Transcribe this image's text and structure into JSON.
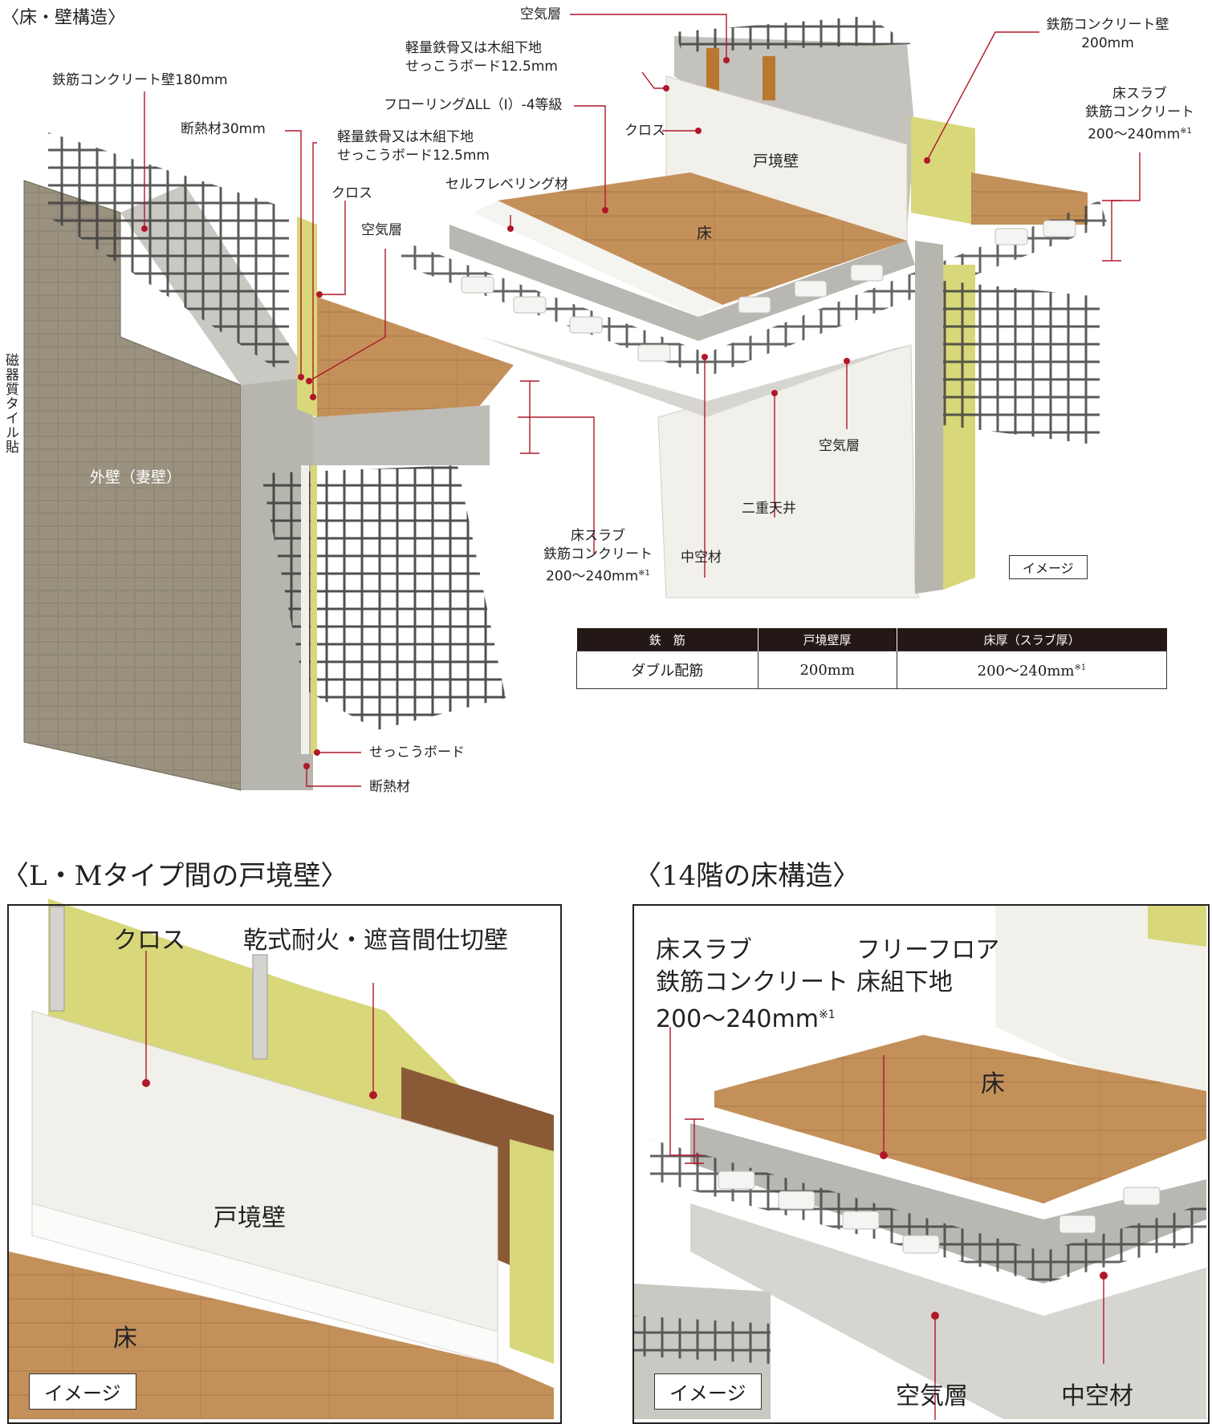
{
  "sec1": {
    "title": "〈床・壁構造〉",
    "left": {
      "wall_rc": "鉄筋コンクリート壁180mm",
      "insulation": "断熱材30mm",
      "frame_line1": "軽量鉄骨又は木組下地",
      "frame_line2": "せっこうボード12.5mm",
      "cloth": "クロス",
      "air": "空気層",
      "tile_vertical": "磁器質タイル貼",
      "exterior": "外壁（妻壁）",
      "slab_line1": "床スラブ",
      "slab_line2": "鉄筋コンクリート",
      "slab_line3": "200〜240mm",
      "slab_note": "※1",
      "gypsum": "せっこうボード",
      "insul2": "断熱材"
    },
    "right": {
      "air_top": "空気層",
      "frame_line1": "軽量鉄骨又は木組下地",
      "frame_line2": "せっこうボード12.5mm",
      "flooring": "フローリングΔLL（Ⅰ）-4等級",
      "cloth": "クロス",
      "self_level": "セルフレベリング材",
      "party_wall": "戸境壁",
      "floor": "床",
      "rc_wall_line1": "鉄筋コンクリート壁",
      "rc_wall_line2": "200mm",
      "slab_line1": "床スラブ",
      "slab_line2": "鉄筋コンクリート",
      "slab_line3": "200〜240mm",
      "slab_note": "※1",
      "air_mid": "空気層",
      "double_ceiling": "二重天井",
      "hollow": "中空材",
      "image_tag": "イメージ"
    },
    "table": {
      "headers": [
        "鉄　筋",
        "戸境壁厚",
        "床厚（スラブ厚）"
      ],
      "row": [
        "ダブル配筋",
        "200mm",
        "200〜240mm"
      ],
      "row_note": "※1"
    }
  },
  "sec2": {
    "title": "〈L・Mタイプ間の戸境壁〉",
    "cloth": "クロス",
    "dry_wall": "乾式耐火・遮音間仕切壁",
    "party_wall": "戸境壁",
    "floor": "床",
    "image_tag": "イメージ"
  },
  "sec3": {
    "title": "〈14階の床構造〉",
    "slab_line1": "床スラブ",
    "slab_line2": "鉄筋コンクリート",
    "slab_line3": "200〜240mm",
    "slab_note": "※1",
    "free_line1": "フリーフロア",
    "free_line2": "床組下地",
    "floor": "床",
    "air": "空気層",
    "hollow": "中空材",
    "image_tag": "イメージ"
  },
  "colors": {
    "tile": "#8f8778",
    "concrete": "#bdbcb6",
    "wood": "#c4905a",
    "insulation": "#d8d77a",
    "board": "#f2f0ea",
    "rebar": "#3d3d3d",
    "leader": "#b0182a"
  }
}
